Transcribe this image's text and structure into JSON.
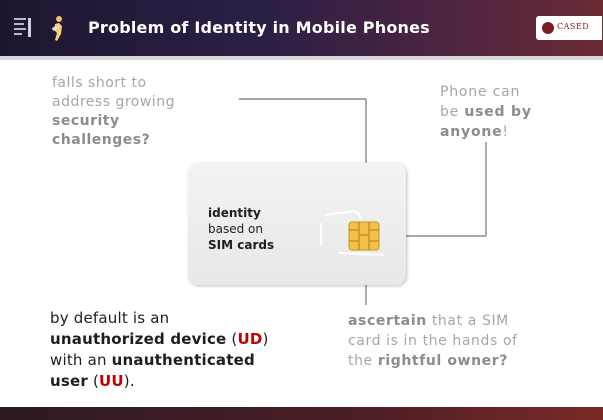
{
  "header": {
    "title": "Problem of Identity in Mobile Phones",
    "logo_text": "CASED",
    "menu_icon": "menu-lines-icon",
    "figure_icon": "figure-icon"
  },
  "colors": {
    "header": "#2c1f45",
    "accent_red": "#c00000",
    "gray_text": "#a6a6a6"
  },
  "diagram": {
    "top_left": {
      "line1": "falls short to",
      "line2": "address growing",
      "line3": "security",
      "line4": "challenges?"
    },
    "top_right": {
      "line1": "Phone can",
      "line2_pre": "be ",
      "line2_bold": "used by",
      "line3_bold": "anyone",
      "line3_post": "!"
    },
    "card": {
      "line1": "identity",
      "line2": "based on",
      "line3": "SIM cards",
      "chip_icon": "sim-chip-icon"
    },
    "bottom_left": {
      "l1": "by default is an",
      "l2_bold": "unauthorized device",
      "l2_open": " (",
      "l2_red": "UD",
      "l2_close": ")",
      "l3_pre": "with an ",
      "l3_bold": "unauthenticated",
      "l4_bold": "user",
      "l4_open": " (",
      "l4_red": "UU",
      "l4_close": ")."
    },
    "bottom_right": {
      "l1_bold": "ascertain",
      "l1_post": " that a SIM",
      "l2": "card is in the hands of",
      "l3_pre": "the ",
      "l3_bold": "rightful owner?"
    }
  }
}
